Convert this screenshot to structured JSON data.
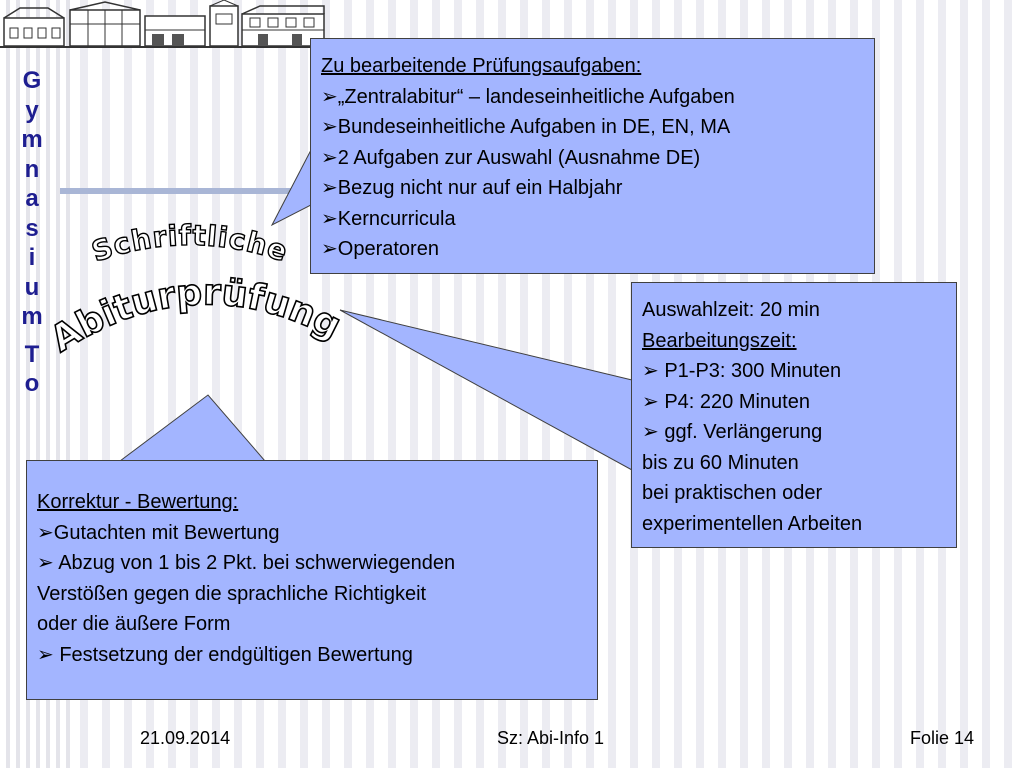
{
  "sidebar": {
    "vertical_title": [
      "G",
      "y",
      "m",
      "n",
      "a",
      "s",
      "i",
      "u",
      "m",
      "T",
      "o"
    ]
  },
  "heading": {
    "line1": "Schriftliche",
    "line2": "Abiturprüfung"
  },
  "callout_exam": {
    "header": "Zu bearbeitende Prüfungsaufgaben:",
    "items": [
      "„Zentralabitur“ – landeseinheitliche Aufgaben",
      "Bundeseinheitliche Aufgaben in DE, EN, MA",
      "2 Aufgaben zur Auswahl (Ausnahme DE)",
      "Bezug nicht nur auf ein Halbjahr",
      "Kerncurricula",
      "Operatoren"
    ]
  },
  "callout_time": {
    "line1": "Auswahlzeit: 20 min",
    "header": "Bearbeitungszeit:",
    "items": [
      "P1-P3: 300 Minuten",
      "P4: 220 Minuten",
      "ggf. Verlängerung"
    ],
    "extra": [
      "bis zu 60 Minuten",
      "bei praktischen oder",
      "experimentellen Arbeiten"
    ]
  },
  "callout_grading": {
    "header": "Korrektur - Bewertung:",
    "item1": "Gutachten mit Bewertung",
    "item2_lines": [
      "Abzug von 1 bis 2 Pkt. bei schwerwiegenden",
      "Verstößen gegen die sprachliche Richtigkeit",
      "oder die äußere Form"
    ],
    "item3": "Festsetzung der endgültigen Bewertung"
  },
  "bullet_glyph": "➢",
  "footer": {
    "date": "21.09.2014",
    "center": "Sz: Abi-Info 1",
    "page": "Folie 14"
  },
  "colors": {
    "callout_fill": "#a3b5ff",
    "title_blue": "#1e1e90"
  }
}
